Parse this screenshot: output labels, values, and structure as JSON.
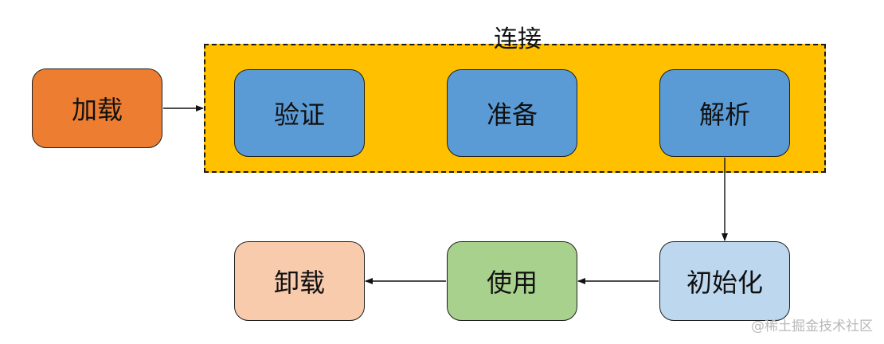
{
  "colors": {
    "load": "#ed7d31",
    "connect_group": "#ffc000",
    "connect_steps": "#5b9bd5",
    "init": "#bdd7ee",
    "use": "#a9d18e",
    "unload": "#f8cbad",
    "edges": "#111111"
  },
  "nodes": {
    "load": "加载",
    "verify": "验证",
    "prepare": "准备",
    "resolve": "解析",
    "init": "初始化",
    "use": "使用",
    "unload": "卸载"
  },
  "group": {
    "label": "连接"
  },
  "edges": [
    {
      "from": "加载",
      "to": "连接"
    },
    {
      "from": "解析",
      "to": "初始化"
    },
    {
      "from": "初始化",
      "to": "使用"
    },
    {
      "from": "使用",
      "to": "卸载"
    }
  ],
  "watermark": "@稀土掘金技术社区"
}
